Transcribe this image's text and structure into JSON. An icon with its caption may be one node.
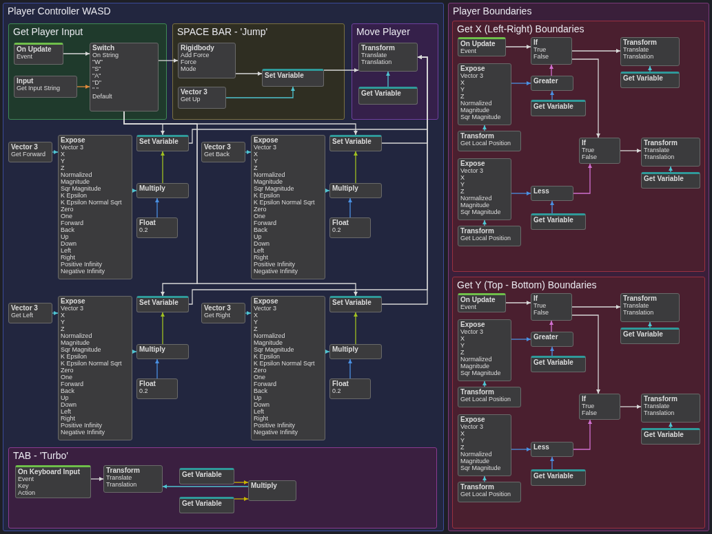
{
  "diagram": {
    "nodes": [
      {
        "text": [
          "Player Controller WASD"
        ]
      },
      {
        "text": [
          "Get Player Input"
        ],
        "in": 0
      },
      {
        "text": [
          "On Update",
          "Event"
        ],
        "in": 1
      },
      {
        "text": [
          "Input",
          "Get Input String"
        ],
        "in": 1
      },
      {
        "text": [
          "Switch",
          "On String",
          "\"W\"",
          "\"S\"",
          "\"A\"",
          "\"D\"",
          "\" \"",
          "Default"
        ],
        "in": 1
      },
      {
        "text": [
          "Vector 3",
          "Get Forward"
        ],
        "in": 0
      },
      {
        "text": [
          "Expose",
          "Vector 3",
          "X",
          "Y",
          "Z",
          "Normalized",
          "Magnitude",
          "Sqr Magnitude",
          "K Epsilon",
          "K Epsilon Normal Sqrt",
          "Zero",
          "One",
          "Forward",
          "Back",
          "Up",
          "Down",
          "Left",
          "Right",
          "Positive Infinity",
          "Negative Infinity"
        ],
        "in": 0
      },
      {
        "text": [
          "Set Variable"
        ],
        "in": 0
      },
      {
        "text": [
          "Multiply"
        ],
        "in": 0
      },
      {
        "text": [
          "Float",
          "0.2"
        ],
        "in": 0
      },
      {
        "text": [
          "Vector 3",
          "Get Back"
        ],
        "in": 0
      },
      {
        "text": [
          "Expose",
          "Vector 3",
          "X",
          "Y",
          "Z",
          "Normalized",
          "Magnitude",
          "Sqr Magnitude",
          "K Epsilon",
          "K Epsilon Normal Sqrt",
          "Zero",
          "One",
          "Forward",
          "Back",
          "Up",
          "Down",
          "Left",
          "Right",
          "Positive Infinity",
          "Negative Infinity"
        ],
        "in": 0
      },
      {
        "text": [
          "Set Variable"
        ],
        "in": 0
      },
      {
        "text": [
          "Multiply"
        ],
        "in": 0
      },
      {
        "text": [
          "Float",
          "0.2"
        ],
        "in": 0
      },
      {
        "text": [
          "SPACE BAR - 'Jump'"
        ],
        "in": 0
      },
      {
        "text": [
          "Rigidbody",
          "Add Force",
          "Force",
          "Mode"
        ],
        "in": 15
      },
      {
        "text": [
          "Set Variable"
        ],
        "in": 15
      },
      {
        "text": [
          "Vector 3",
          "Get Up"
        ],
        "in": 15
      },
      {
        "text": [
          "Vector 3",
          "Get Left"
        ],
        "in": 0
      },
      {
        "text": [
          "Expose",
          "Vector 3",
          "X",
          "Y",
          "Z",
          "Normalized",
          "Magnitude",
          "Sqr Magnitude",
          "K Epsilon",
          "K Epsilon Normal Sqrt",
          "Zero",
          "One",
          "Forward",
          "Back",
          "Up",
          "Down",
          "Left",
          "Right",
          "Positive Infinity",
          "Negative Infinity"
        ],
        "in": 0
      },
      {
        "text": [
          "Set Variable"
        ],
        "in": 0
      },
      {
        "text": [
          "Multiply"
        ],
        "in": 0
      },
      {
        "text": [
          "Float",
          "0.2"
        ],
        "in": 0
      },
      {
        "text": [
          "TAB - 'Turbo'"
        ],
        "in": 0
      },
      {
        "text": [
          "On Keyboard Input",
          "Event",
          "Key",
          "Action"
        ],
        "in": 24
      },
      {
        "text": [
          "Transform",
          "Translate",
          "Translation"
        ],
        "in": 24
      },
      {
        "text": [
          "Get Variable"
        ],
        "in": 24
      },
      {
        "text": [
          "Get Variable"
        ],
        "in": 24
      },
      {
        "text": [
          "Multiply"
        ],
        "in": 24
      },
      {
        "text": [
          "Vector 3",
          "Get Right"
        ],
        "in": 0
      },
      {
        "text": [
          "Expose",
          "Vector 3",
          "X",
          "Y",
          "Z",
          "Normalized",
          "Magnitude",
          "Sqr Magnitude",
          "K Epsilon",
          "K Epsilon Normal Sqrt",
          "Zero",
          "One",
          "Forward",
          "Back",
          "Up",
          "Down",
          "Left",
          "Right",
          "Positive Infinity",
          "Negative Infinity"
        ],
        "in": 0
      },
      {
        "text": [
          "Float",
          "0.2"
        ],
        "in": 0
      },
      {
        "text": [
          "Set Variable"
        ],
        "in": 0
      },
      {
        "text": [
          "Multiply"
        ],
        "in": 0
      },
      {
        "text": [
          "Move Player"
        ],
        "in": 0
      },
      {
        "text": [
          "Transform",
          "Translate",
          "Translation"
        ],
        "in": 35
      },
      {
        "text": [
          "Get Variable"
        ],
        "in": 35
      },
      {
        "text": [
          "Player Boundaries"
        ]
      },
      {
        "text": [
          "Get X (Left-Right) Boundaries"
        ],
        "in": 38
      },
      {
        "text": [
          "On Update",
          "Event"
        ],
        "in": 39
      },
      {
        "text": [
          "If",
          "True",
          "False"
        ],
        "in": 39
      },
      {
        "text": [
          "Transform",
          "Translate",
          "Translation"
        ],
        "in": 39
      },
      {
        "text": [
          "Expose",
          "Vector 3",
          "X",
          "Y",
          "Z",
          "Normalized",
          "Magnitude",
          "Sqr Magnitude"
        ],
        "in": 39
      },
      {
        "text": [
          "Greater"
        ],
        "in": 39
      },
      {
        "text": [
          "Get Variable"
        ],
        "in": 39
      },
      {
        "text": [
          "Get Variable"
        ],
        "in": 39
      },
      {
        "text": [
          "Transform",
          "Get Local Position"
        ],
        "in": 39
      },
      {
        "text": [
          "If",
          "True",
          "False"
        ],
        "in": 39
      },
      {
        "text": [
          "Transform",
          "Translate",
          "Translation"
        ],
        "in": 39
      },
      {
        "text": [
          "Get Variable"
        ],
        "in": 39
      },
      {
        "text": [
          "Expose",
          "Vector 3",
          "X",
          "Y",
          "Z",
          "Normalized",
          "Magnitude",
          "Sqr Magnitude"
        ],
        "in": 39
      },
      {
        "text": [
          "Less"
        ],
        "in": 39
      },
      {
        "text": [
          "Get Variable"
        ],
        "in": 39
      },
      {
        "text": [
          "Transform",
          "Get Local Position"
        ],
        "in": 39
      },
      {
        "text": [
          "Get Y (Top - Bottom) Boundaries"
        ],
        "in": 38
      },
      {
        "text": [
          "On Update",
          "Event"
        ],
        "in": 55
      },
      {
        "text": [
          "If",
          "True",
          "False"
        ],
        "in": 55
      },
      {
        "text": [
          "Transform",
          "Translate",
          "Translation"
        ],
        "in": 55
      },
      {
        "text": [
          "Expose",
          "Vector 3",
          "X",
          "Y",
          "Z",
          "Normalized",
          "Magnitude",
          "Sqr Magnitude"
        ],
        "in": 55
      },
      {
        "text": [
          "Greater"
        ],
        "in": 55
      },
      {
        "text": [
          "Get Variable"
        ],
        "in": 55
      },
      {
        "text": [
          "Get Variable"
        ],
        "in": 55
      },
      {
        "text": [
          "Transform",
          "Get Local Position"
        ],
        "in": 55
      },
      {
        "text": [
          "Expose",
          "Vector 3",
          "X",
          "Y",
          "Z",
          "Normalized",
          "Magnitude",
          "Sqr Magnitude"
        ],
        "in": 55
      },
      {
        "text": [
          "If",
          "True",
          "False"
        ],
        "in": 55
      },
      {
        "text": [
          "Transform",
          "Translate",
          "Translation"
        ],
        "in": 55
      },
      {
        "text": [
          "Less"
        ],
        "in": 55
      },
      {
        "text": [
          "Get Variable"
        ],
        "in": 55
      },
      {
        "text": [
          "Transform",
          "Get Local Position"
        ],
        "in": 55
      },
      {
        "text": [
          "Get Variable"
        ],
        "in": 55
      }
    ],
    "edges": [
      {
        "from": 2,
        "to": 4,
        "arrow": "to"
      },
      {
        "from": 3,
        "to": 4,
        "arrow": "to",
        "color": "#e08a3c"
      },
      {
        "from": 4,
        "to": 7,
        "arrow": "to"
      },
      {
        "from": 4,
        "to": 12,
        "arrow": "to"
      },
      {
        "from": 4,
        "to": 21,
        "arrow": "to"
      },
      {
        "from": 4,
        "to": 33,
        "arrow": "to"
      },
      {
        "from": 4,
        "to": 16,
        "arrow": "to"
      },
      {
        "from": 5,
        "to": 6,
        "arrow": "to",
        "color": "#4fc3d0"
      },
      {
        "from": 6,
        "to": 8,
        "arrow": "to",
        "color": "#4fc3d0"
      },
      {
        "from": 9,
        "to": 8,
        "arrow": "to",
        "color": "#4a90e2"
      },
      {
        "from": 8,
        "to": 7,
        "arrow": "to",
        "color": "#a0c020"
      },
      {
        "from": 7,
        "to": 36,
        "arrow": "to"
      },
      {
        "from": 10,
        "to": 11,
        "arrow": "to",
        "color": "#4fc3d0"
      },
      {
        "from": 11,
        "to": 13,
        "arrow": "to",
        "color": "#4fc3d0"
      },
      {
        "from": 14,
        "to": 13,
        "arrow": "to",
        "color": "#4a90e2"
      },
      {
        "from": 13,
        "to": 12,
        "arrow": "to",
        "color": "#a0c020"
      },
      {
        "from": 12,
        "to": 36,
        "arrow": "to"
      },
      {
        "from": 16,
        "to": 17,
        "arrow": "to"
      },
      {
        "from": 18,
        "to": 17,
        "arrow": "to",
        "color": "#4fc3d0"
      },
      {
        "from": 17,
        "to": 36,
        "arrow": "to"
      },
      {
        "from": 19,
        "to": 20,
        "arrow": "to",
        "color": "#4fc3d0"
      },
      {
        "from": 20,
        "to": 22,
        "arrow": "to",
        "color": "#4fc3d0"
      },
      {
        "from": 23,
        "to": 22,
        "arrow": "to",
        "color": "#4a90e2"
      },
      {
        "from": 22,
        "to": 21,
        "arrow": "to",
        "color": "#a0c020"
      },
      {
        "from": 21,
        "to": 36,
        "arrow": "to"
      },
      {
        "from": 25,
        "to": 26,
        "arrow": "to"
      },
      {
        "from": 27,
        "to": 29,
        "arrow": "to",
        "color": "#c8b400"
      },
      {
        "from": 28,
        "to": 29,
        "arrow": "to",
        "color": "#c8b400"
      },
      {
        "from": 29,
        "to": 26,
        "arrow": "to",
        "color": "#4fc3d0"
      },
      {
        "from": 30,
        "to": 31,
        "arrow": "to",
        "color": "#4fc3d0"
      },
      {
        "from": 31,
        "to": 34,
        "arrow": "to",
        "color": "#4fc3d0"
      },
      {
        "from": 32,
        "to": 34,
        "arrow": "to",
        "color": "#4a90e2"
      },
      {
        "from": 34,
        "to": 33,
        "arrow": "to",
        "color": "#a0c020"
      },
      {
        "from": 33,
        "to": 36,
        "arrow": "to"
      },
      {
        "from": 37,
        "to": 36,
        "arrow": "to",
        "color": "#4fc3d0"
      },
      {
        "from": 40,
        "to": 41,
        "arrow": "to"
      },
      {
        "from": 41,
        "to": 42,
        "arrow": "to"
      },
      {
        "from": 41,
        "to": 48,
        "arrow": "to"
      },
      {
        "from": 48,
        "to": 49,
        "arrow": "to"
      },
      {
        "from": 47,
        "to": 43,
        "arrow": "to",
        "color": "#4fc3d0"
      },
      {
        "from": 43,
        "to": 44,
        "arrow": "to",
        "color": "#4a90e2"
      },
      {
        "from": 45,
        "to": 44,
        "arrow": "to",
        "color": "#4a90e2"
      },
      {
        "from": 44,
        "to": 41,
        "arrow": "to",
        "color": "#d070d0"
      },
      {
        "from": 46,
        "to": 42,
        "arrow": "to",
        "color": "#4fc3d0"
      },
      {
        "from": 54,
        "to": 51,
        "arrow": "to",
        "color": "#4fc3d0"
      },
      {
        "from": 51,
        "to": 52,
        "arrow": "to",
        "color": "#4a90e2"
      },
      {
        "from": 53,
        "to": 52,
        "arrow": "to",
        "color": "#4a90e2"
      },
      {
        "from": 52,
        "to": 48,
        "arrow": "to",
        "color": "#d070d0"
      },
      {
        "from": 50,
        "to": 49,
        "arrow": "to",
        "color": "#4fc3d0"
      },
      {
        "from": 56,
        "to": 57,
        "arrow": "to"
      },
      {
        "from": 57,
        "to": 58,
        "arrow": "to"
      },
      {
        "from": 57,
        "to": 65,
        "arrow": "to"
      },
      {
        "from": 65,
        "to": 66,
        "arrow": "to"
      },
      {
        "from": 63,
        "to": 59,
        "arrow": "to",
        "color": "#4fc3d0"
      },
      {
        "from": 59,
        "to": 60,
        "arrow": "to",
        "color": "#4a90e2"
      },
      {
        "from": 62,
        "to": 60,
        "arrow": "to",
        "color": "#4a90e2"
      },
      {
        "from": 60,
        "to": 57,
        "arrow": "to",
        "color": "#d070d0"
      },
      {
        "from": 61,
        "to": 58,
        "arrow": "to",
        "color": "#4fc3d0"
      },
      {
        "from": 69,
        "to": 64,
        "arrow": "to",
        "color": "#4fc3d0"
      },
      {
        "from": 64,
        "to": 67,
        "arrow": "to",
        "color": "#4a90e2"
      },
      {
        "from": 70,
        "to": 67,
        "arrow": "to",
        "color": "#4a90e2"
      },
      {
        "from": 67,
        "to": 65,
        "arrow": "to",
        "color": "#d070d0"
      },
      {
        "from": 68,
        "to": 66,
        "arrow": "to",
        "color": "#4fc3d0"
      }
    ]
  }
}
